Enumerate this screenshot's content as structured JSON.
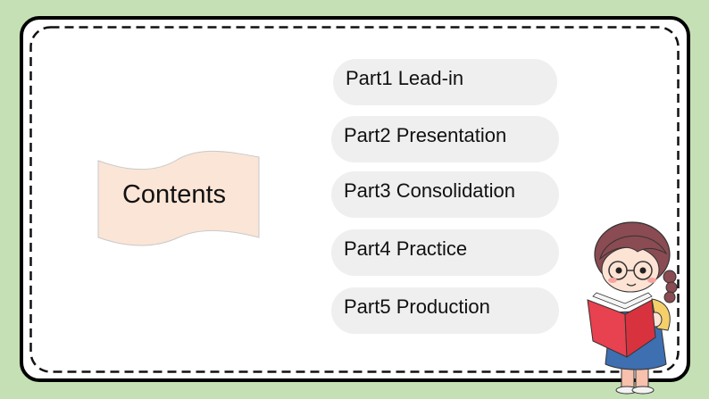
{
  "slide": {
    "title": "Contents",
    "background_color": "#c5e0b4",
    "frame_color": "#000000",
    "banner_fill": "#fbe5d6",
    "pill_fill": "#efefef"
  },
  "contents": {
    "items": [
      {
        "label": "Part1 Lead-in"
      },
      {
        "label": "Part2 Presentation"
      },
      {
        "label": "Part3 Consolidation"
      },
      {
        "label": "Part4 Practice"
      },
      {
        "label": "Part5 Production"
      }
    ]
  },
  "illustration": {
    "icon": "girl-reading-book-icon"
  }
}
